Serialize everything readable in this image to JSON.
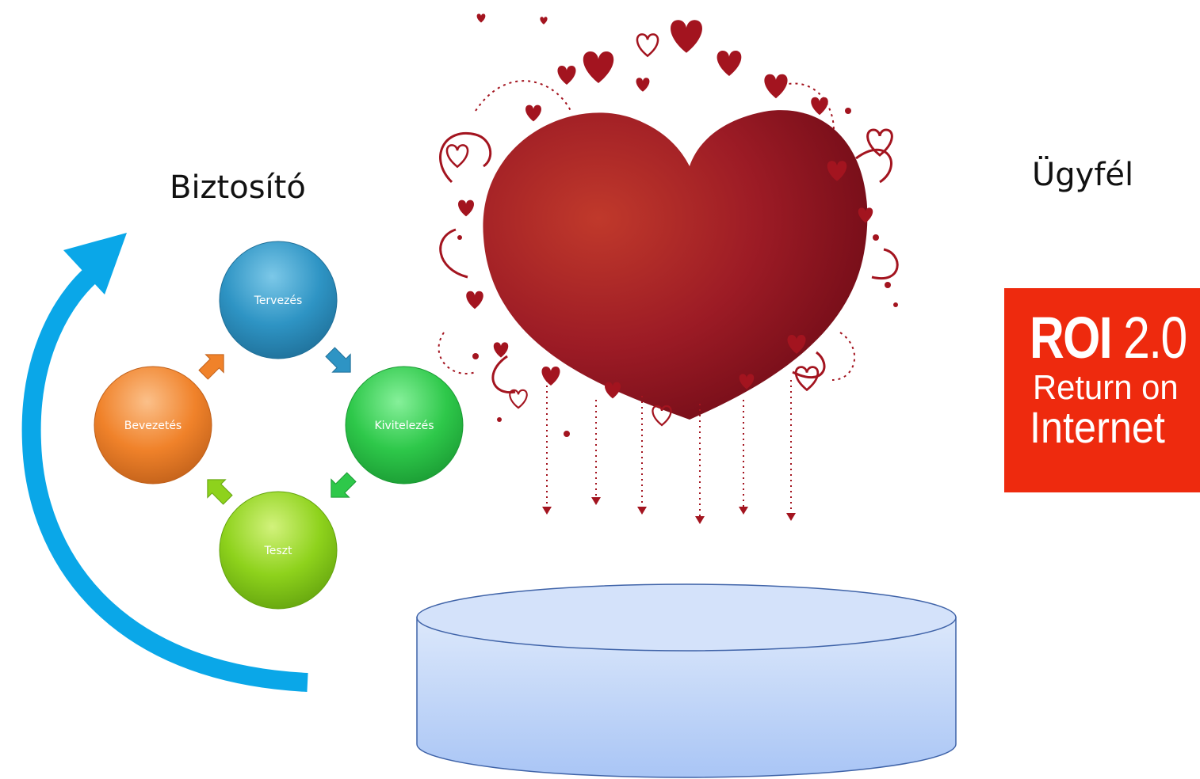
{
  "labels": {
    "left_title": "Biztosító",
    "right_title": "Ügyfél"
  },
  "cycle": {
    "steps": [
      {
        "label": "Tervezés",
        "color": "#2e94c4"
      },
      {
        "label": "Kivitelezés",
        "color": "#2ec84a"
      },
      {
        "label": "Teszt",
        "color": "#8ed21c"
      },
      {
        "label": "Bevezetés",
        "color": "#f0822a"
      }
    ]
  },
  "roi_logo": {
    "line1_bold": "ROI",
    "line1_regular": "2.0",
    "line2": "Return on",
    "line3": "Internet",
    "background": "#ee2a0e"
  },
  "colors": {
    "arrow": "#0aa7e8",
    "heart": "#9c1b25",
    "cylinder": "#b3cdf7"
  },
  "icons": [
    "curved-arrow-icon",
    "heart-icon",
    "database-cylinder-icon"
  ]
}
